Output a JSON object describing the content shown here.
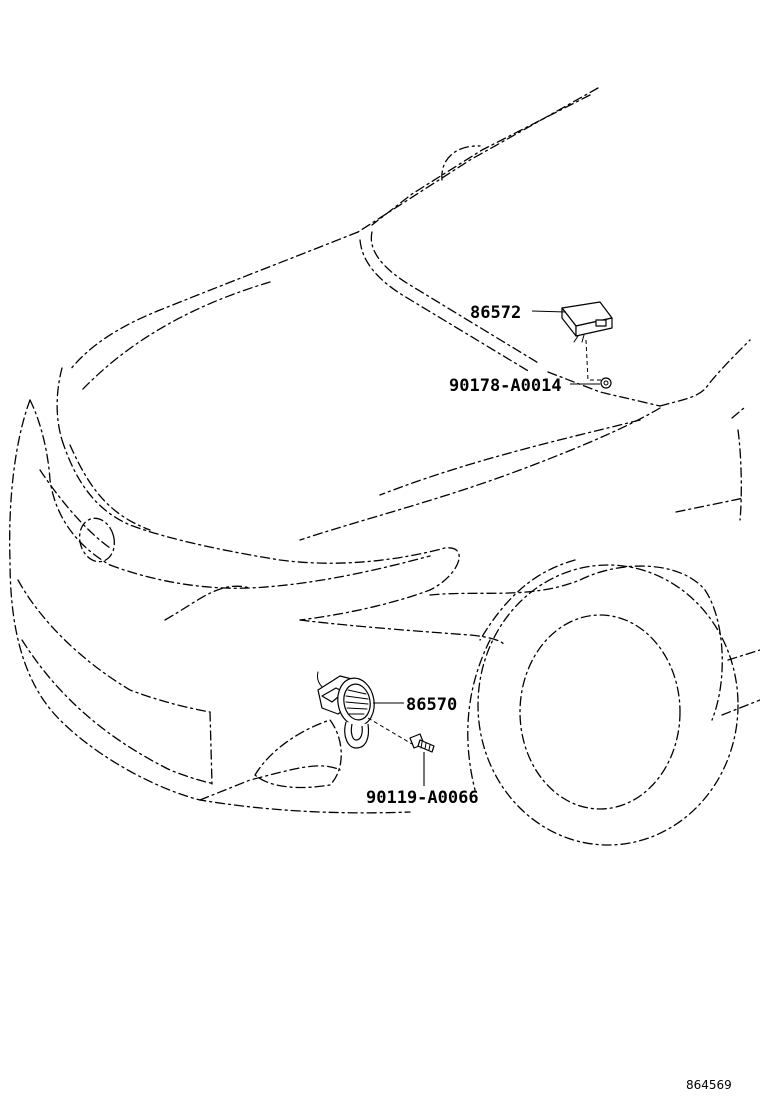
{
  "parts": [
    {
      "number": "86572"
    },
    {
      "number": "90178-A0014"
    },
    {
      "number": "86570"
    },
    {
      "number": "90119-A0066"
    }
  ],
  "illustration_number": "864569"
}
